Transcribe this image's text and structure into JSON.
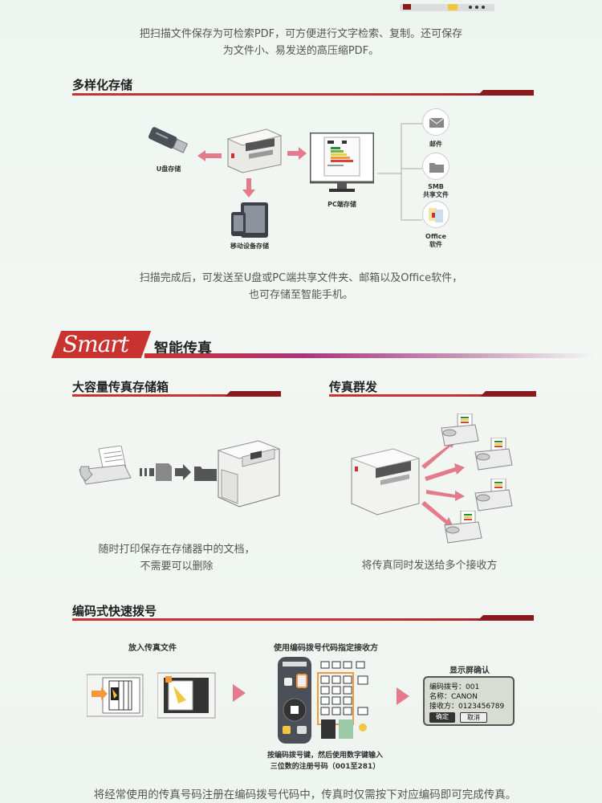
{
  "intro": {
    "line1": "把扫描文件保存为可检索PDF，可方便进行文字检索、复制。还可保存",
    "line2": "为文件小、易发送的高压缩PDF。"
  },
  "storage": {
    "title": "多样化存储",
    "usb_label": "U盘存储",
    "pc_label": "PC端存储",
    "mobile_label": "移动设备存储",
    "mail_label": "邮件",
    "smb_label1": "SMB",
    "smb_label2": "共享文件",
    "office_label1": "Office",
    "office_label2": "软件",
    "caption1": "扫描完成后，可发送至U盘或PC端共享文件夹、邮箱以及Office软件，",
    "caption2": "也可存储至智能手机。"
  },
  "smart": {
    "badge": "Smart",
    "title": "智能传真"
  },
  "fax_box": {
    "title": "大容量传真存储箱",
    "caption1": "随时打印保存在存储器中的文档，",
    "caption2": "不需要可以删除"
  },
  "broadcast": {
    "title": "传真群发",
    "caption": "将传真同时发送给多个接收方"
  },
  "coded_dial": {
    "title": "编码式快速拨号",
    "step1": "放入传真文件",
    "step2": "使用编码拨号代码指定接收方",
    "step3": "显示屏确认",
    "note1": "按编码拨号键，然后使用数字键输入",
    "note2": "三位数的注册号码（001至281）",
    "lcd_line1": "编码拨号：001",
    "lcd_line2": "名称：CANON",
    "lcd_line3": "接收方：0123456789",
    "lcd_ok": "确定",
    "lcd_cancel": "取消",
    "caption": "将经常使用的传真号码注册在编码拨号代码中，传真时仅需按下对应编码即可完成传真。"
  },
  "colors": {
    "accent_red": "#c8332f",
    "dark_red": "#8b1a1f",
    "orange_highlight": "#f29a3b"
  }
}
